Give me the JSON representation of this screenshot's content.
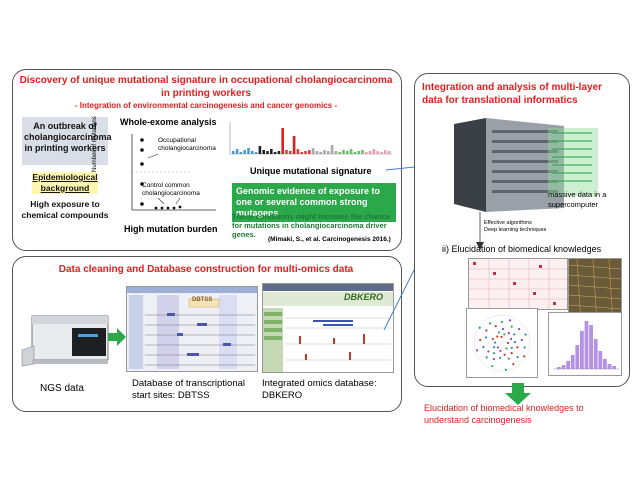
{
  "panel1": {
    "title_line1": "Discovery of unique mutational signature in occupational cholangiocarcinoma",
    "title_line2": "in printing workers",
    "subtitle": "- Integration of environmental carcinogenesis and cancer genomics -",
    "outbreak": "An outbreak of cholangiocarcinoma in printing workers",
    "epi_background": "Epidemiological background",
    "high_exposure": "High exposure to chemical compounds",
    "wes_title": "Whole-exome analysis",
    "y_axis_label": "Number of mutations",
    "occupational_label": "Occupational cholangiocarcinoma",
    "control_label": "Control common cholangiocarcinoma",
    "high_burden": "High mutation burden",
    "unique_signature": "Unique mutational signature",
    "genomic_evidence": "Genomic evidence of exposure to one or several common strong mutagens",
    "conditions_note": "These conditions might increase the chance for mutations in cholangiocarcinoma driver genes.",
    "citation": "(Mimaki, S., et al. Carcinogenesis 2016.)"
  },
  "panel2": {
    "title": "Data cleaning and Database construction for multi-omics data",
    "ngs_label": "NGS data",
    "dbtss_label": "Database of transcriptional start sites: DBTSS",
    "dbkero_label": "Integrated omics database: DBKERO",
    "dbtss_logo": "DBTSS",
    "dbkero_logo": "DBKERO"
  },
  "panel3": {
    "title": "Integration and analysis of multi-layer data for translational informatics",
    "massive_data": "massive data in a supercomputer",
    "algorithms": "Effective algorithms",
    "deep_learning": "Deep learning techniques",
    "elucidation_step": "ii) Elucidation of biomedical knowledges",
    "conclusion": "Elucidation of biomedical knowledges to understand carcinogenesis"
  },
  "colors": {
    "title_red": "#e02020",
    "green": "#2aa84a",
    "arrow_blue": "#4a7fbf",
    "arrow_green": "#2aa84a"
  }
}
